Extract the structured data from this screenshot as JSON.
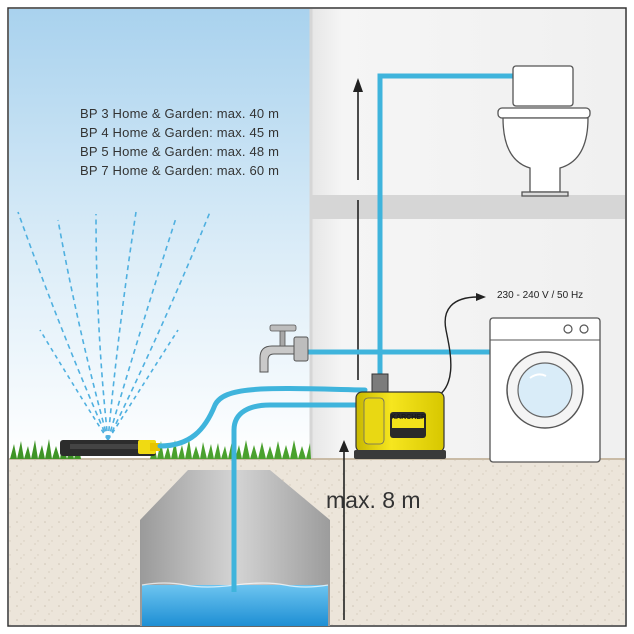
{
  "specs": [
    "BP 3 Home & Garden: max. 40 m",
    "BP 4 Home & Garden: max. 45 m",
    "BP 5 Home & Garden: max. 48 m",
    "BP 7 Home & Garden: max. 60 m"
  ],
  "power_label": "230 - 240 V / 50 Hz",
  "suction_label": "max. 8 m",
  "pump_brand": "KÄRCHER",
  "colors": {
    "sky": "#bfdcef",
    "wall": "#f2f2f2",
    "floor_band": "#d8d8d8",
    "soil": "#ebe3d8",
    "pipe": "#3fb4dc",
    "water": "#2aa3e0",
    "pump_yellow": "#f3e21a",
    "grass": "#4a9b2d"
  },
  "icons": [
    "toilet-icon",
    "washing-machine-icon",
    "tap-icon",
    "sprinkler-icon",
    "garden-pump-icon",
    "arrow-up-icon"
  ]
}
